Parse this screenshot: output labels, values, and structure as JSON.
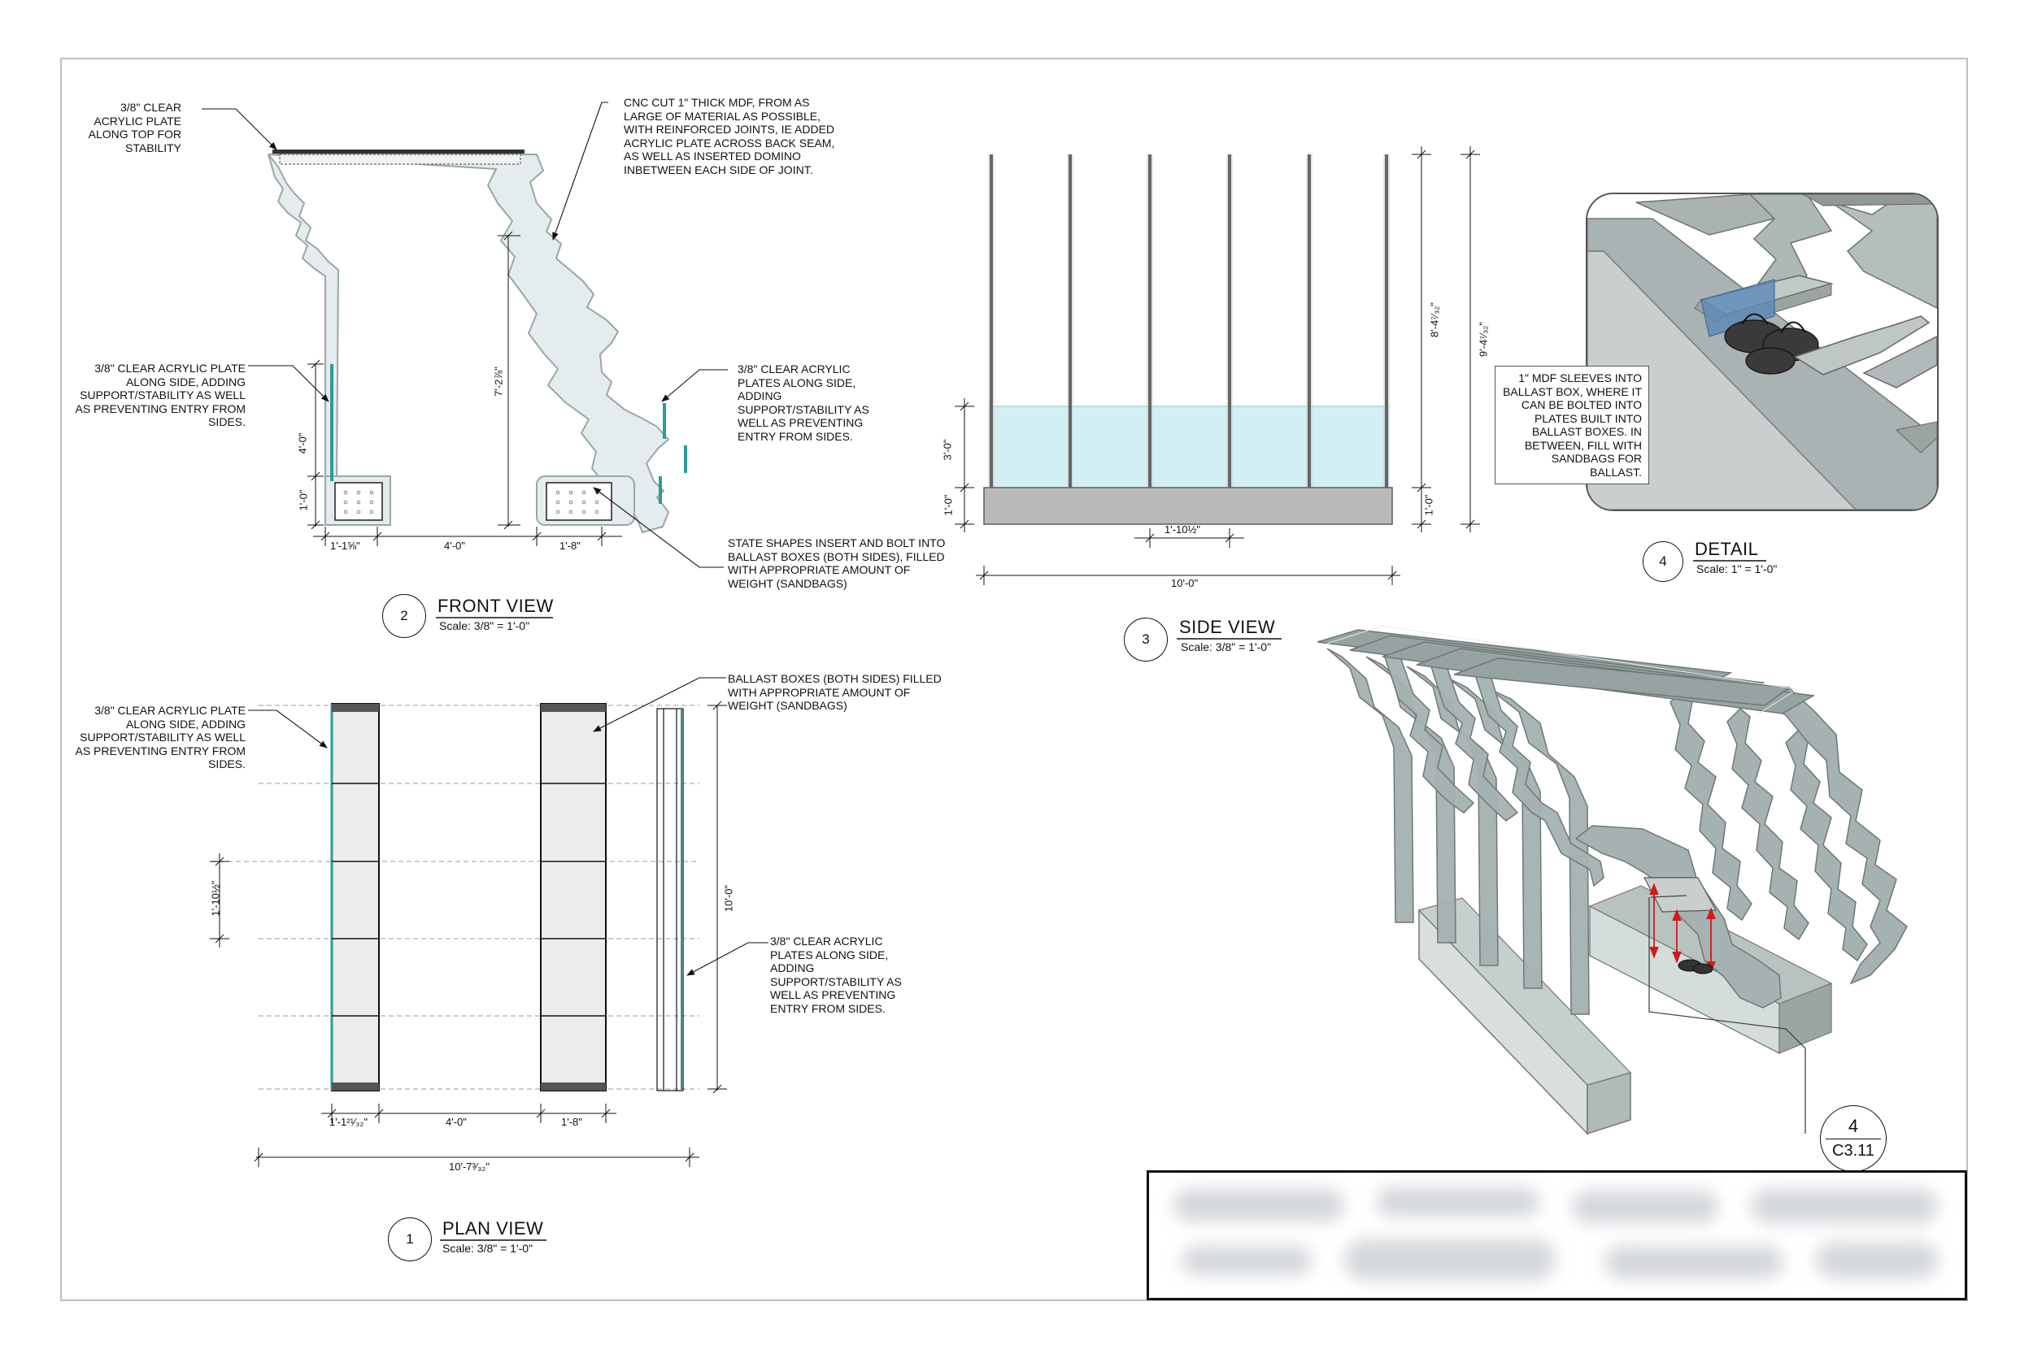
{
  "views": {
    "front": {
      "number": "2",
      "title": "FRONT VIEW",
      "scale": "Scale: 3/8\" = 1'-0\""
    },
    "plan": {
      "number": "1",
      "title": "PLAN VIEW",
      "scale": "Scale: 3/8\" = 1'-0\""
    },
    "side": {
      "number": "3",
      "title": "SIDE VIEW",
      "scale": "Scale: 3/8\" = 1'-0\""
    },
    "detail": {
      "number": "4",
      "title": "DETAIL",
      "scale": "Scale: 1\" = 1'-0\""
    }
  },
  "notes": {
    "top_plate": "3/8\" CLEAR ACRYLIC PLATE ALONG TOP FOR STABILITY",
    "cnc_mdf": "CNC CUT 1\" THICK MDF, FROM AS LARGE OF MATERIAL AS POSSIBLE, WITH REINFORCED JOINTS, IE ADDED ACRYLIC PLATE ACROSS BACK SEAM, AS WELL AS INSERTED DOMINO INBETWEEN EACH SIDE OF JOINT.",
    "front_left_plate": "3/8\" CLEAR ACRYLIC PLATE ALONG SIDE, ADDING SUPPORT/STABILITY AS WELL AS PREVENTING ENTRY FROM SIDES.",
    "front_right_plates": "3/8\" CLEAR ACRYLIC PLATES ALONG SIDE, ADDING SUPPORT/STABILITY AS WELL AS PREVENTING ENTRY FROM SIDES.",
    "state_shapes": "STATE SHAPES INSERT AND BOLT INTO BALLAST BOXES (BOTH SIDES), FILLED WITH APPROPRIATE AMOUNT OF WEIGHT (SANDBAGS)",
    "plan_left_plate": "3/8\" CLEAR ACRYLIC PLATE ALONG SIDE, ADDING SUPPORT/STABILITY AS WELL AS PREVENTING ENTRY FROM SIDES.",
    "ballast_boxes": "BALLAST BOXES (BOTH SIDES) FILLED WITH APPROPRIATE AMOUNT OF WEIGHT (SANDBAGS)",
    "plan_right_plates": "3/8\" CLEAR ACRYLIC PLATES ALONG SIDE, ADDING SUPPORT/STABILITY AS WELL AS PREVENTING ENTRY FROM SIDES.",
    "detail_sleeves": "1\" MDF SLEEVES INTO BALLAST BOX, WHERE IT CAN BE BOLTED INTO PLATES BUILT INTO BALLAST BOXES. IN BETWEEN, FILL WITH SANDBAGS FOR BALLAST."
  },
  "dimensions": {
    "front": {
      "box_width": "1'-1⅝\"",
      "gap": "4'-0\"",
      "box_right": "1'-8\"",
      "height_total": "7'-2⅞\"",
      "plate_height": "4'-0\"",
      "box_height": "1'-0\""
    },
    "plan": {
      "left_width": "1'-1²¹⁄₃₂\"",
      "gap": "4'-0\"",
      "right_width": "1'-8\"",
      "total_width": "10'-7³⁄₃₂\"",
      "spacing": "1'-10½\"",
      "length": "10'-0\""
    },
    "side": {
      "bay": "1'-10½\"",
      "length": "10'-0\"",
      "acrylic_height": "3'-0\"",
      "base_height_left": "1'-0\"",
      "base_height_right": "1'-0\"",
      "frame_height": "8'-4⁷⁄₃₂\"",
      "overall_height": "9'-4⁷⁄₃₂\""
    }
  },
  "callout": {
    "number": "4",
    "sheet": "C3.11"
  },
  "colors": {
    "line": "#111111",
    "mdf_fill": "#e4eced",
    "mdf_stroke": "#9aa6a8",
    "acrylic": "#d2f0f3",
    "acrylic_edge": "#2a9c9a",
    "base": "#b9b9b9",
    "model_mdf": "#a5b2b1",
    "model_dark": "#8d9897",
    "dimension_arrow": "#d11a1a"
  }
}
